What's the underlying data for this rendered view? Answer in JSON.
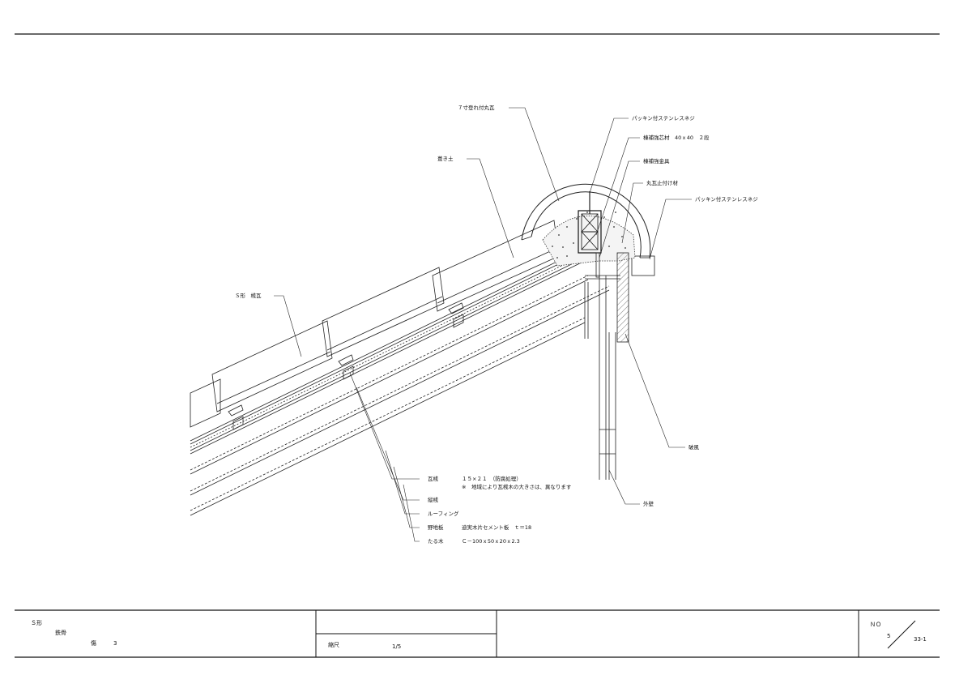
{
  "callouts": {
    "ridge_tile": "７寸登れ付丸瓦",
    "fill_soil": "葺き土",
    "screw_top": "パッキン付ステンレスネジ",
    "ridge_core": "棟補強芯材　40ｘ40　２段",
    "ridge_bracket": "棟補強金具",
    "ridge_stopper": "丸瓦止付け材",
    "screw_right": "パッキン付ステンレスネジ",
    "roof_tile": "Ｓ形　桟瓦",
    "fascia": "破風",
    "wall": "外壁"
  },
  "layers": {
    "batten": {
      "label": "瓦桟",
      "spec": "１５×２１　（防腐処理）",
      "note": "※　地域により瓦桟木の大きさは、異なります"
    },
    "counter_batten": {
      "label": "縦桟"
    },
    "roofing": {
      "label": "ルーフィング"
    },
    "sheathing": {
      "label": "野地板",
      "spec": "迪実木片セメント板　ｔ＝18"
    },
    "rafter": {
      "label": "たる木",
      "spec": "Ｃ－100ｘ50ｘ20ｘ2.3"
    }
  },
  "title_block": {
    "type_label": "Ｓ形",
    "frame_label": "鉄骨",
    "slope_label": "傷",
    "slope_value": "3",
    "scale_label": "縮尺",
    "scale_value": "1/5",
    "no_label": "ＮＯ",
    "no_value": "5",
    "sheet_code": "33-1"
  }
}
